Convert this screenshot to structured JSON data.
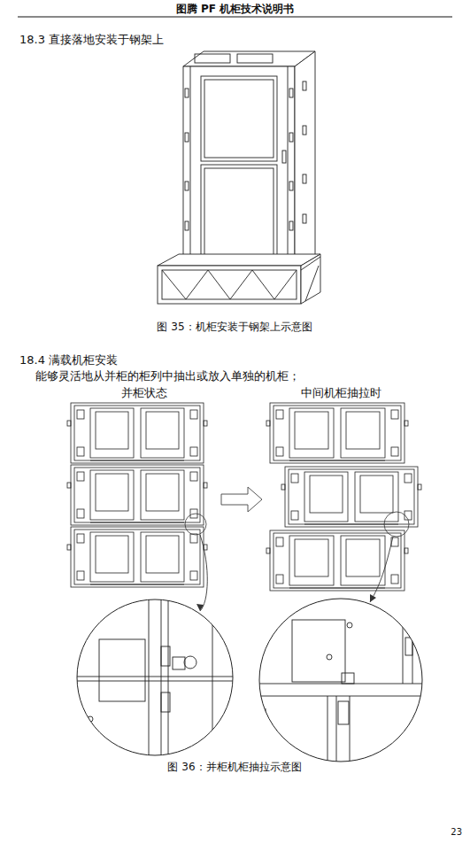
{
  "diagram": {
    "title": "图腾 PF 机柜技术说明书",
    "labels": [
      "18.3 直接落地安装于钢架上",
      "图 35：机柜安装于钢架上示意图",
      "18.4 满载机柜安装",
      "能够灵活地从并柜的柜列中抽出或放入单独的机柜；",
      "并柜状态",
      "中间机柜抽拉时",
      "图 36：并柜机柜抽拉示意图",
      "23"
    ]
  }
}
